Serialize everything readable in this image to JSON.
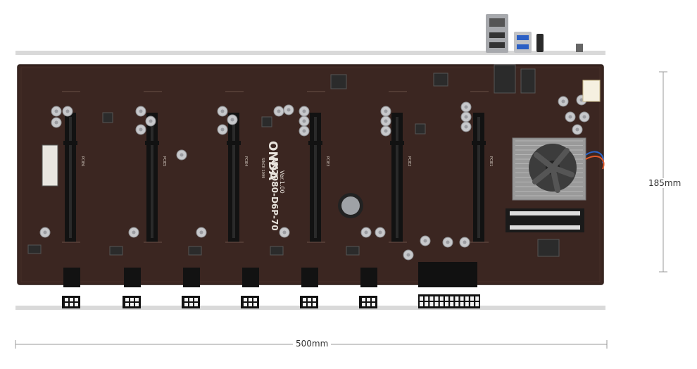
{
  "board": {
    "brand": "ONDA",
    "model": "AK2980-D6P-70",
    "since": "SINCE 1999",
    "version": "Ver.1.00",
    "slot_count": 6,
    "pcie_labels": [
      "PCIE6",
      "PCIE5",
      "PCIE4",
      "PCIE3",
      "PCIE2",
      "PCIE1"
    ],
    "power_connector_count": 6
  },
  "dimensions": {
    "width_label": "500mm",
    "height_label": "185mm"
  },
  "colors": {
    "pcb": "#3b2621",
    "pcb_edge": "#2a1a16",
    "slot": "#121212",
    "rail": "#d9d9d9",
    "dimension_line": "#999999"
  }
}
